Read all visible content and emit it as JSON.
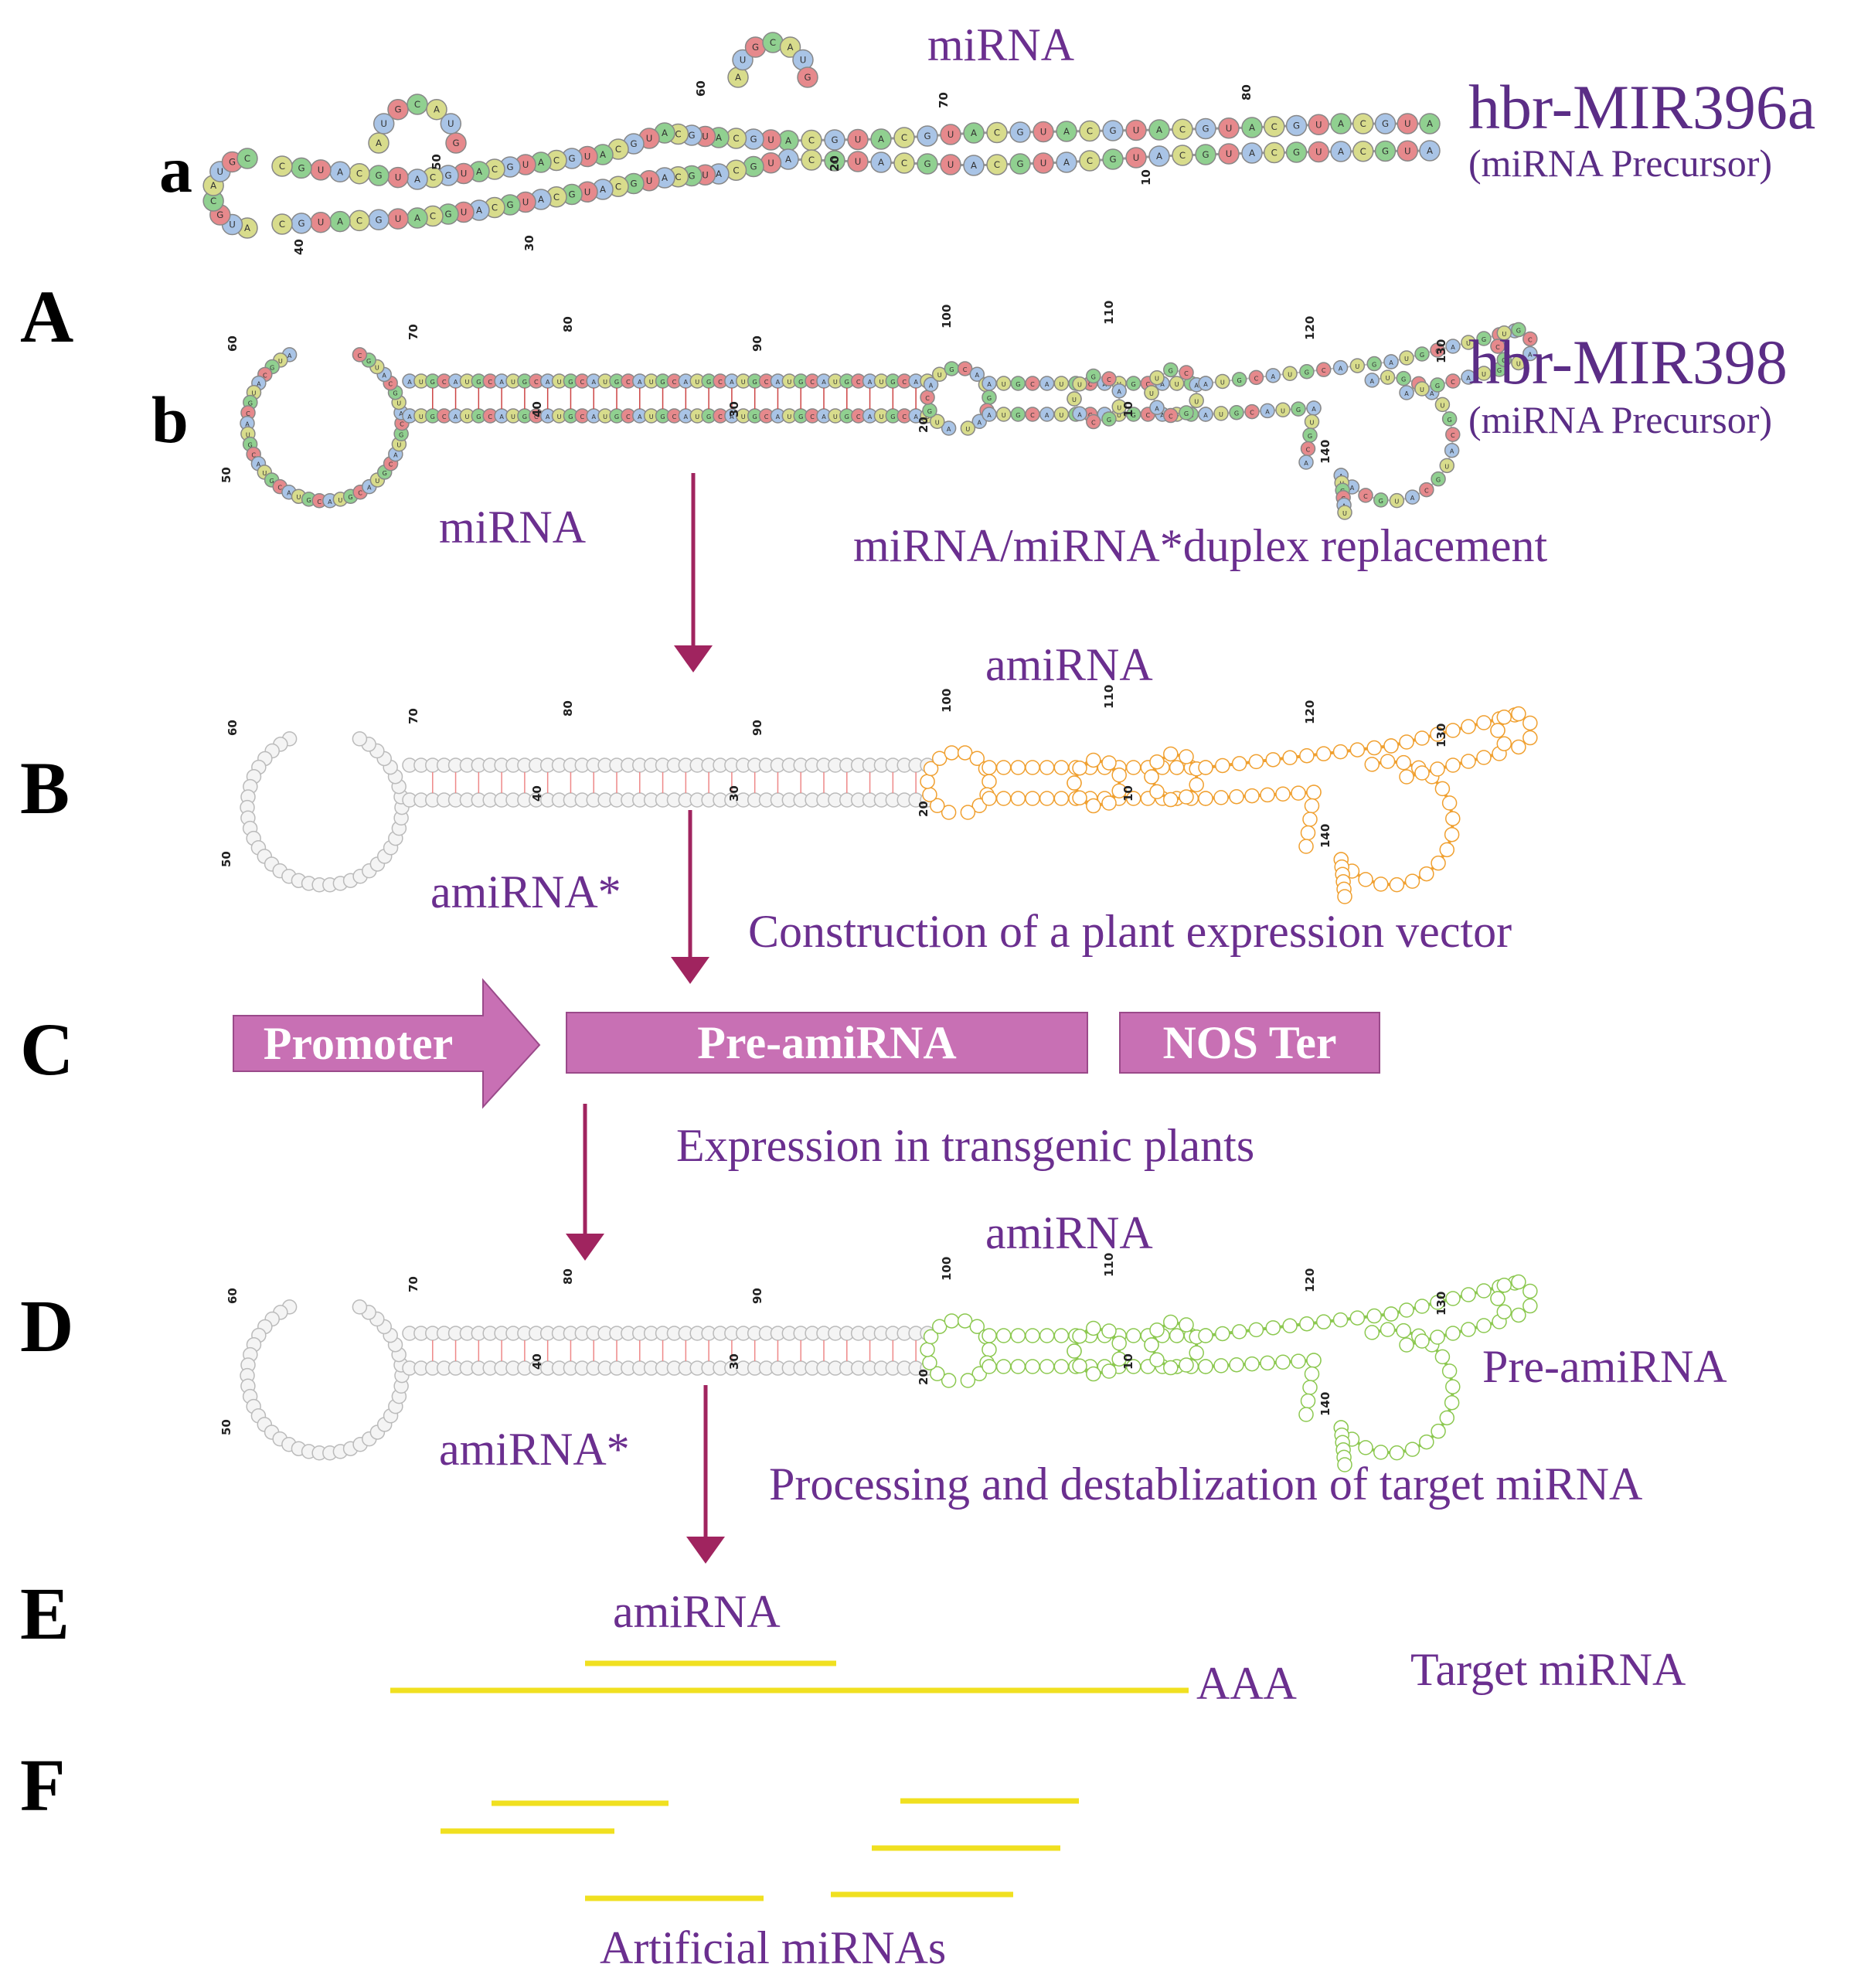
{
  "panels": {
    "A": "A",
    "B": "B",
    "C": "C",
    "D": "D",
    "E": "E",
    "F": "F"
  },
  "sub_a": "a",
  "sub_b": "b",
  "precursor_a": {
    "title": "hbr-MIR396a",
    "subtitle": "(miRNA Precursor)"
  },
  "precursor_b": {
    "title": "hbr-MIR398",
    "subtitle": "(miRNA Precursor)"
  },
  "labels": {
    "mirna_top": "miRNA",
    "mirna_b": "miRNA",
    "duplex_replacement": "miRNA/miRNA*duplex replacement",
    "amirna_b": "amiRNA",
    "amirna_star_b": "amiRNA*",
    "construction": "Construction of a plant expression vector",
    "expression": "Expression in transgenic plants",
    "amirna_d": "amiRNA",
    "pre_amirna_d": "Pre-amiRNA",
    "amirna_star_d": "amiRNA*",
    "processing": "Processing and destablization of target miRNA",
    "amirna_e": "amiRNA",
    "aaa": "AAA",
    "target_mirna": "Target miRNA",
    "artificial": "Artificial miRNAs"
  },
  "construct": {
    "promoter": "Promoter",
    "pre_amirna": "Pre-amiRNA",
    "nos_ter": "NOS Ter"
  },
  "position_numbers": {
    "a": [
      "60",
      "70",
      "80",
      "50",
      "40",
      "30",
      "20",
      "10"
    ],
    "b": [
      "60",
      "70",
      "80",
      "90",
      "100",
      "110",
      "120",
      "130",
      "140",
      "50",
      "40",
      "30",
      "20",
      "10"
    ]
  },
  "colors": {
    "label_purple": "#6b2f8f",
    "box_fill": "#c870b4",
    "arrow": "#a0245f",
    "amirna_orange": "#f0a030",
    "amirna_green": "#8cc850",
    "line_yellow": "#f0e020",
    "nt_A": "#d8dc8c",
    "nt_U": "#a9c4e6",
    "nt_G": "#e6898c",
    "nt_C": "#90d090"
  }
}
